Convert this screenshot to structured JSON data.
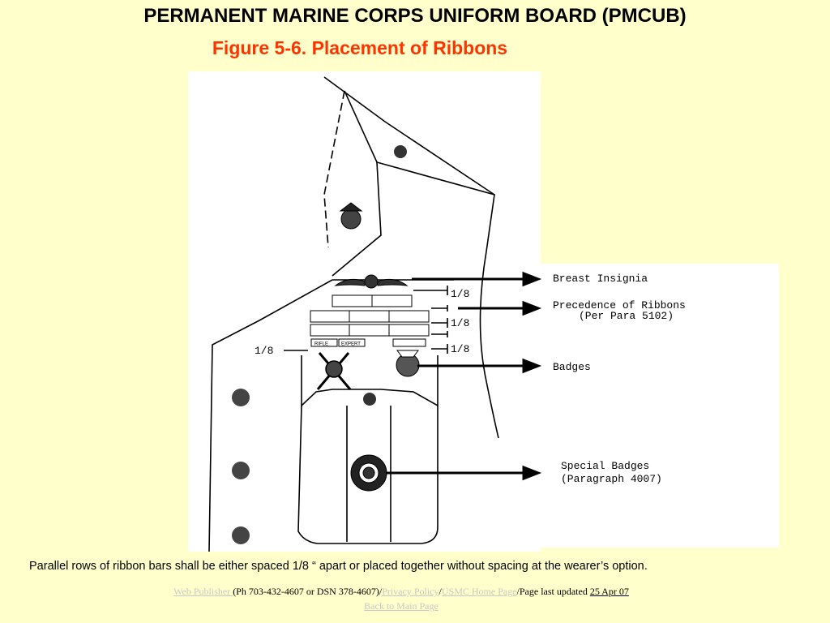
{
  "header": {
    "title": "PERMANENT MARINE CORPS UNIFORM BOARD (PMCUB)",
    "figure_title": "Figure 5-6.   Placement of Ribbons"
  },
  "diagram": {
    "labels": {
      "breast_insignia": "Breast Insignia",
      "precedence_line1": "Precedence of Ribbons",
      "precedence_line2": "(Per Para 5102)",
      "badges": "Badges",
      "special_line1": "Special Badges",
      "special_line2": "(Paragraph 4007)"
    },
    "spacing_mark": "1/8",
    "badge_text_left": "RIFLE",
    "badge_text_right": "EXPERT"
  },
  "caption": "Parallel rows of ribbon bars shall be either spaced 1/8 “ apart or placed together without spacing at the wearer’s option.",
  "footer": {
    "web_publisher": "Web Publisher ",
    "phone": " (Ph 703-432-4607 or DSN 378-4607)/",
    "privacy": "Privacy Policy",
    "sep": "/",
    "usmc_home": "USMC Home Page",
    "last_updated_prefix": "/Page last updated ",
    "last_updated_date": "25 Apr 07",
    "back_link": "Back to Main Page"
  },
  "colors": {
    "background": "#ffffcc",
    "title": "#000000",
    "figure_title": "#ff3300"
  }
}
